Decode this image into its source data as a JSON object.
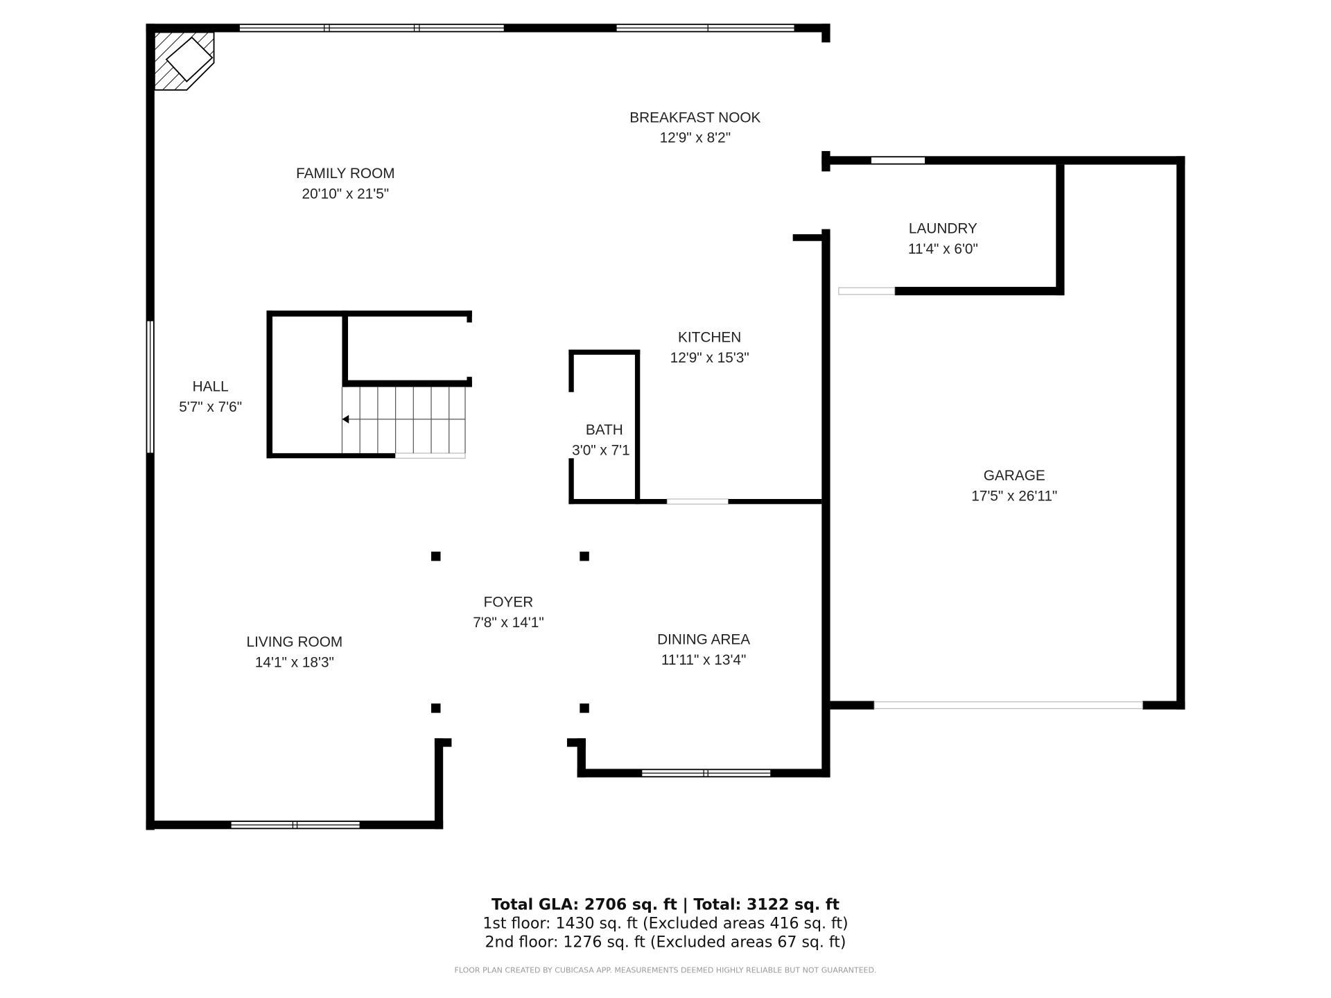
{
  "rooms": [
    {
      "name": "FAMILY ROOM",
      "size": "20'10\" x 21'5\""
    },
    {
      "name": "BREAKFAST NOOK",
      "size": "12'9\" x 8'2\""
    },
    {
      "name": "LAUNDRY",
      "size": "11'4\" x 6'0\""
    },
    {
      "name": "KITCHEN",
      "size": "12'9\" x 15'3\""
    },
    {
      "name": "HALL",
      "size": "5'7\" x 7'6\""
    },
    {
      "name": "BATH",
      "size": "3'0\" x 7'1"
    },
    {
      "name": "GARAGE",
      "size": "17'5\" x 26'11\""
    },
    {
      "name": "FOYER",
      "size": "7'8\" x 14'1\""
    },
    {
      "name": "LIVING ROOM",
      "size": "14'1\" x 18'3\""
    },
    {
      "name": "DINING AREA",
      "size": "11'11\" x 13'4\""
    }
  ],
  "summary": {
    "total": "Total GLA: 2706 sq. ft | Total: 3122 sq. ft",
    "first_floor": "1st floor: 1430 sq. ft (Excluded areas 416 sq. ft)",
    "second_floor": "2nd floor: 1276 sq. ft (Excluded areas 67 sq. ft)",
    "disclaimer": "FLOOR PLAN CREATED BY CUBICASA APP. MEASUREMENTS DEEMED HIGHLY RELIABLE BUT NOT GUARANTEED."
  },
  "colors": {
    "wall": "#000000",
    "background": "#ffffff",
    "disclaimer": "#999999"
  }
}
